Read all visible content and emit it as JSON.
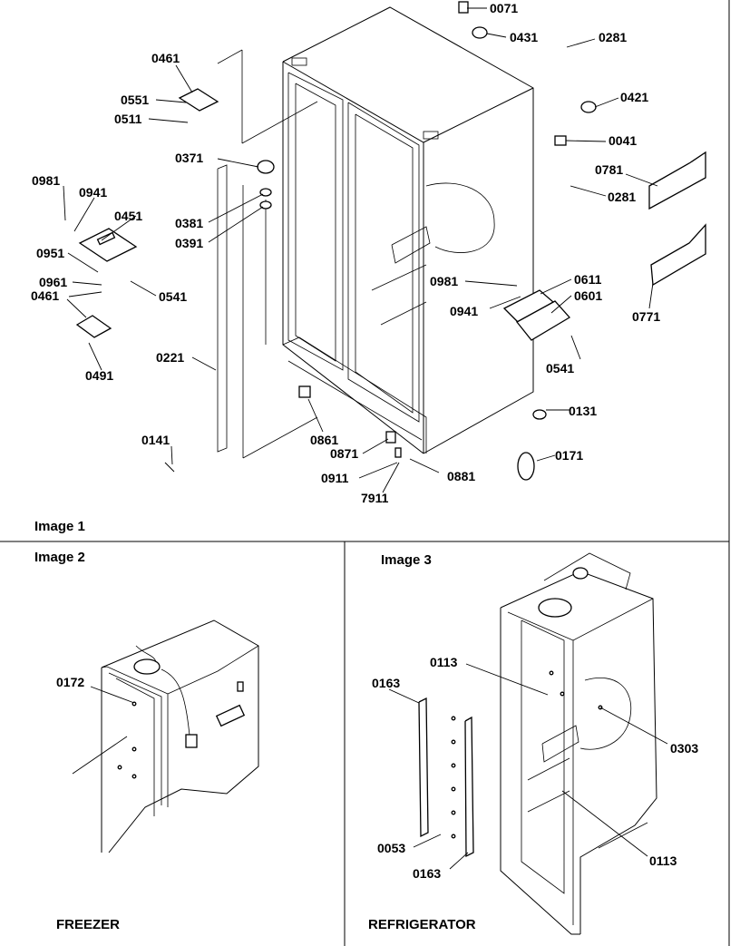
{
  "colors": {
    "line": "#000000",
    "background": "#ffffff"
  },
  "panels": [
    {
      "caption": "Image 1",
      "part_labels": [
        "0071",
        "0431",
        "0281",
        "0461",
        "0551",
        "0511",
        "0421",
        "0041",
        "0371",
        "0781",
        "0981",
        "0941",
        "0281",
        "0451",
        "0381",
        "0391",
        "0951",
        "0961",
        "0541",
        "0461",
        "0981",
        "0611",
        "0941",
        "0601",
        "0771",
        "0491",
        "0221",
        "0541",
        "0131",
        "0861",
        "0141",
        "0871",
        "0171",
        "0911",
        "0881",
        "7911"
      ]
    },
    {
      "caption": "Image 2",
      "part_labels": [
        "0172"
      ],
      "section_title": "FREEZER"
    },
    {
      "caption": "Image 3",
      "part_labels": [
        "0113",
        "0163",
        "0303",
        "0053",
        "0163",
        "0113"
      ],
      "section_title": "REFRIGERATOR"
    }
  ]
}
